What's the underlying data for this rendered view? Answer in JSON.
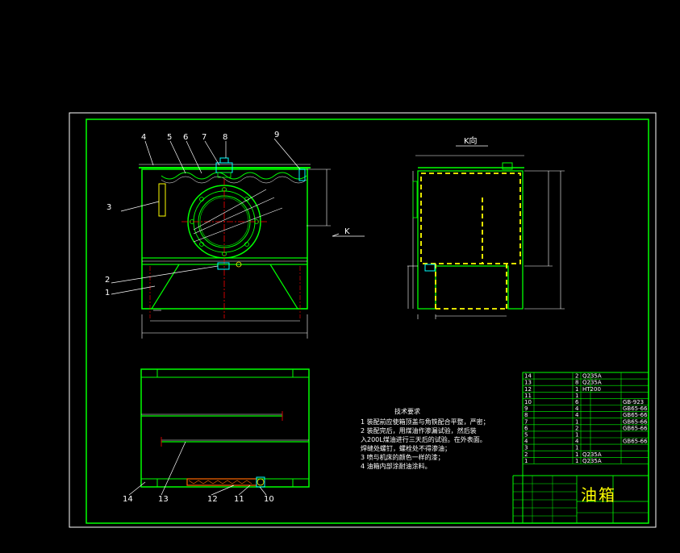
{
  "view_labels": {
    "section_arrow": "K",
    "view_title": "K向"
  },
  "callouts": [
    "1",
    "2",
    "3",
    "4",
    "5",
    "6",
    "7",
    "8",
    "9",
    "10",
    "11",
    "12",
    "13",
    "14"
  ],
  "technical_requirements": {
    "title": "技术要求",
    "items": [
      "1 装配前应使箱顶盖与角铁配合平整，严密；",
      "2 装配完后，用煤油作渗漏试验，然后装",
      "入200L煤油进行三天后的试验。在外表面。",
      "焊缝处螺钉，螺栓处不得渗油；",
      "3 喷与机床的颜色一样的漆；",
      "4 油箱内部涂耐油涂料。"
    ]
  },
  "parts_table": {
    "rows": [
      {
        "no": "14",
        "name": "",
        "qty": "2",
        "material": "Q235A",
        "remark": ""
      },
      {
        "no": "13",
        "name": "",
        "qty": "8",
        "material": "Q235A",
        "remark": ""
      },
      {
        "no": "12",
        "name": "",
        "qty": "1",
        "material": "HT200",
        "remark": ""
      },
      {
        "no": "11",
        "name": "",
        "qty": "1",
        "material": "",
        "remark": ""
      },
      {
        "no": "10",
        "name": "",
        "qty": "6",
        "material": "",
        "remark": "GB-923"
      },
      {
        "no": "9",
        "name": "",
        "qty": "4",
        "material": "",
        "remark": "GB65-66"
      },
      {
        "no": "8",
        "name": "",
        "qty": "4",
        "material": "",
        "remark": "GB65-66"
      },
      {
        "no": "7",
        "name": "",
        "qty": "1",
        "material": "",
        "remark": "GB65-66"
      },
      {
        "no": "6",
        "name": "",
        "qty": "2",
        "material": "",
        "remark": "GB65-66"
      },
      {
        "no": "5",
        "name": "",
        "qty": "1",
        "material": "",
        "remark": ""
      },
      {
        "no": "4",
        "name": "",
        "qty": "4",
        "material": "",
        "remark": "GB65-66"
      },
      {
        "no": "3",
        "name": "",
        "qty": "1",
        "material": "",
        "remark": ""
      },
      {
        "no": "2",
        "name": "",
        "qty": "1",
        "material": "Q235A",
        "remark": ""
      },
      {
        "no": "1",
        "name": "",
        "qty": "1",
        "material": "Q235A",
        "remark": ""
      }
    ]
  },
  "title_block": {
    "drawing_title": "油箱"
  },
  "colors": {
    "frame": "#ffffff",
    "outline": "#00ff00",
    "hidden": "#ffff00",
    "dimension": "#ffffff",
    "center": "#ff0000",
    "accent": "#00ffff"
  }
}
